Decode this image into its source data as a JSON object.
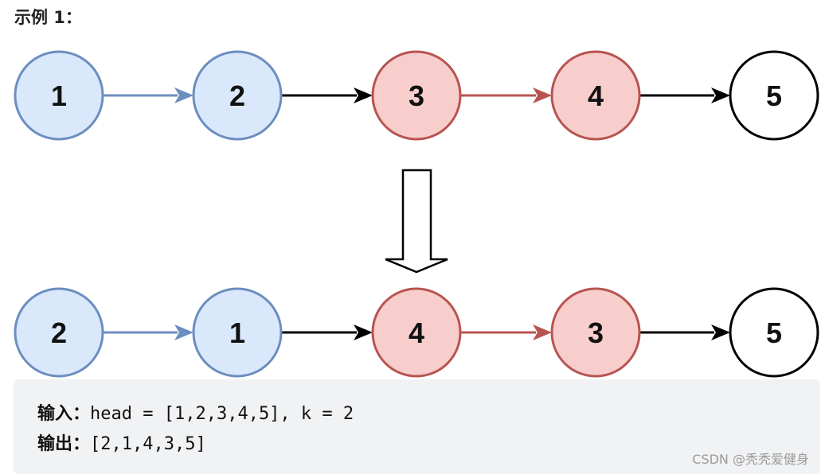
{
  "title": "示例 1：",
  "before": {
    "nodes": [
      "1",
      "2",
      "3",
      "4",
      "5"
    ],
    "styles": [
      "blue",
      "blue",
      "red",
      "red",
      "white"
    ]
  },
  "after": {
    "nodes": [
      "2",
      "1",
      "4",
      "3",
      "5"
    ],
    "styles": [
      "blue",
      "blue",
      "red",
      "red",
      "white"
    ]
  },
  "colors": {
    "blue_fill": "#dae8fc",
    "blue_stroke": "#6c8ebf",
    "red_fill": "#f8cecc",
    "red_stroke": "#b85450",
    "white_fill": "#ffffff",
    "white_stroke": "#000000"
  },
  "io": {
    "input_label": "输入：",
    "input_value": "head = [1,2,3,4,5], k = 2",
    "output_label": "输出：",
    "output_value": "[2,1,4,3,5]"
  },
  "watermark": "CSDN @秃秃爱健身"
}
